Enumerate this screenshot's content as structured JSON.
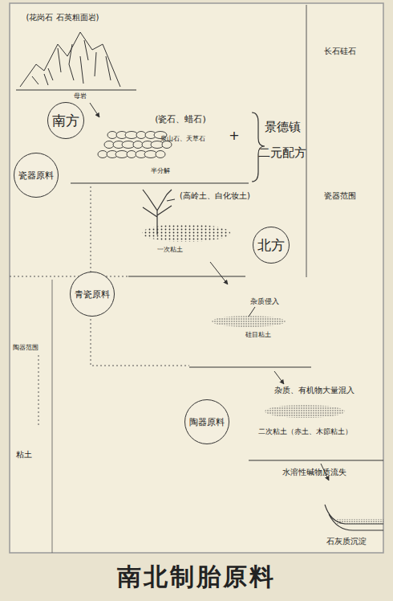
{
  "diagram": {
    "title": "南北制胎原料",
    "nodes": [
      {
        "text": [
          "南方"
        ]
      },
      {
        "text": [
          "瓷器原料"
        ]
      },
      {
        "text": [
          "北方"
        ]
      },
      {
        "text": [
          "青瓷原料"
        ]
      },
      {
        "text": [
          "陶器原料"
        ]
      }
    ],
    "labels": [
      "(花岗石 石英粗面岩)",
      "母岩",
      "(瓷石、蜡石)",
      "泉山石、天草石",
      "+",
      "景德镇",
      "二元配方",
      "长石硅石",
      "半分解",
      "瓷器范围",
      "(高岭土、白化妆土)",
      "一次粘土",
      "杂质侵入",
      "硅目粘土",
      "陶器范围",
      "杂质、有机物大量混入",
      "二次粘土（赤土、木節粘土）",
      "粘土",
      "水溶性碱物质流失",
      "石灰质沉淀"
    ]
  }
}
